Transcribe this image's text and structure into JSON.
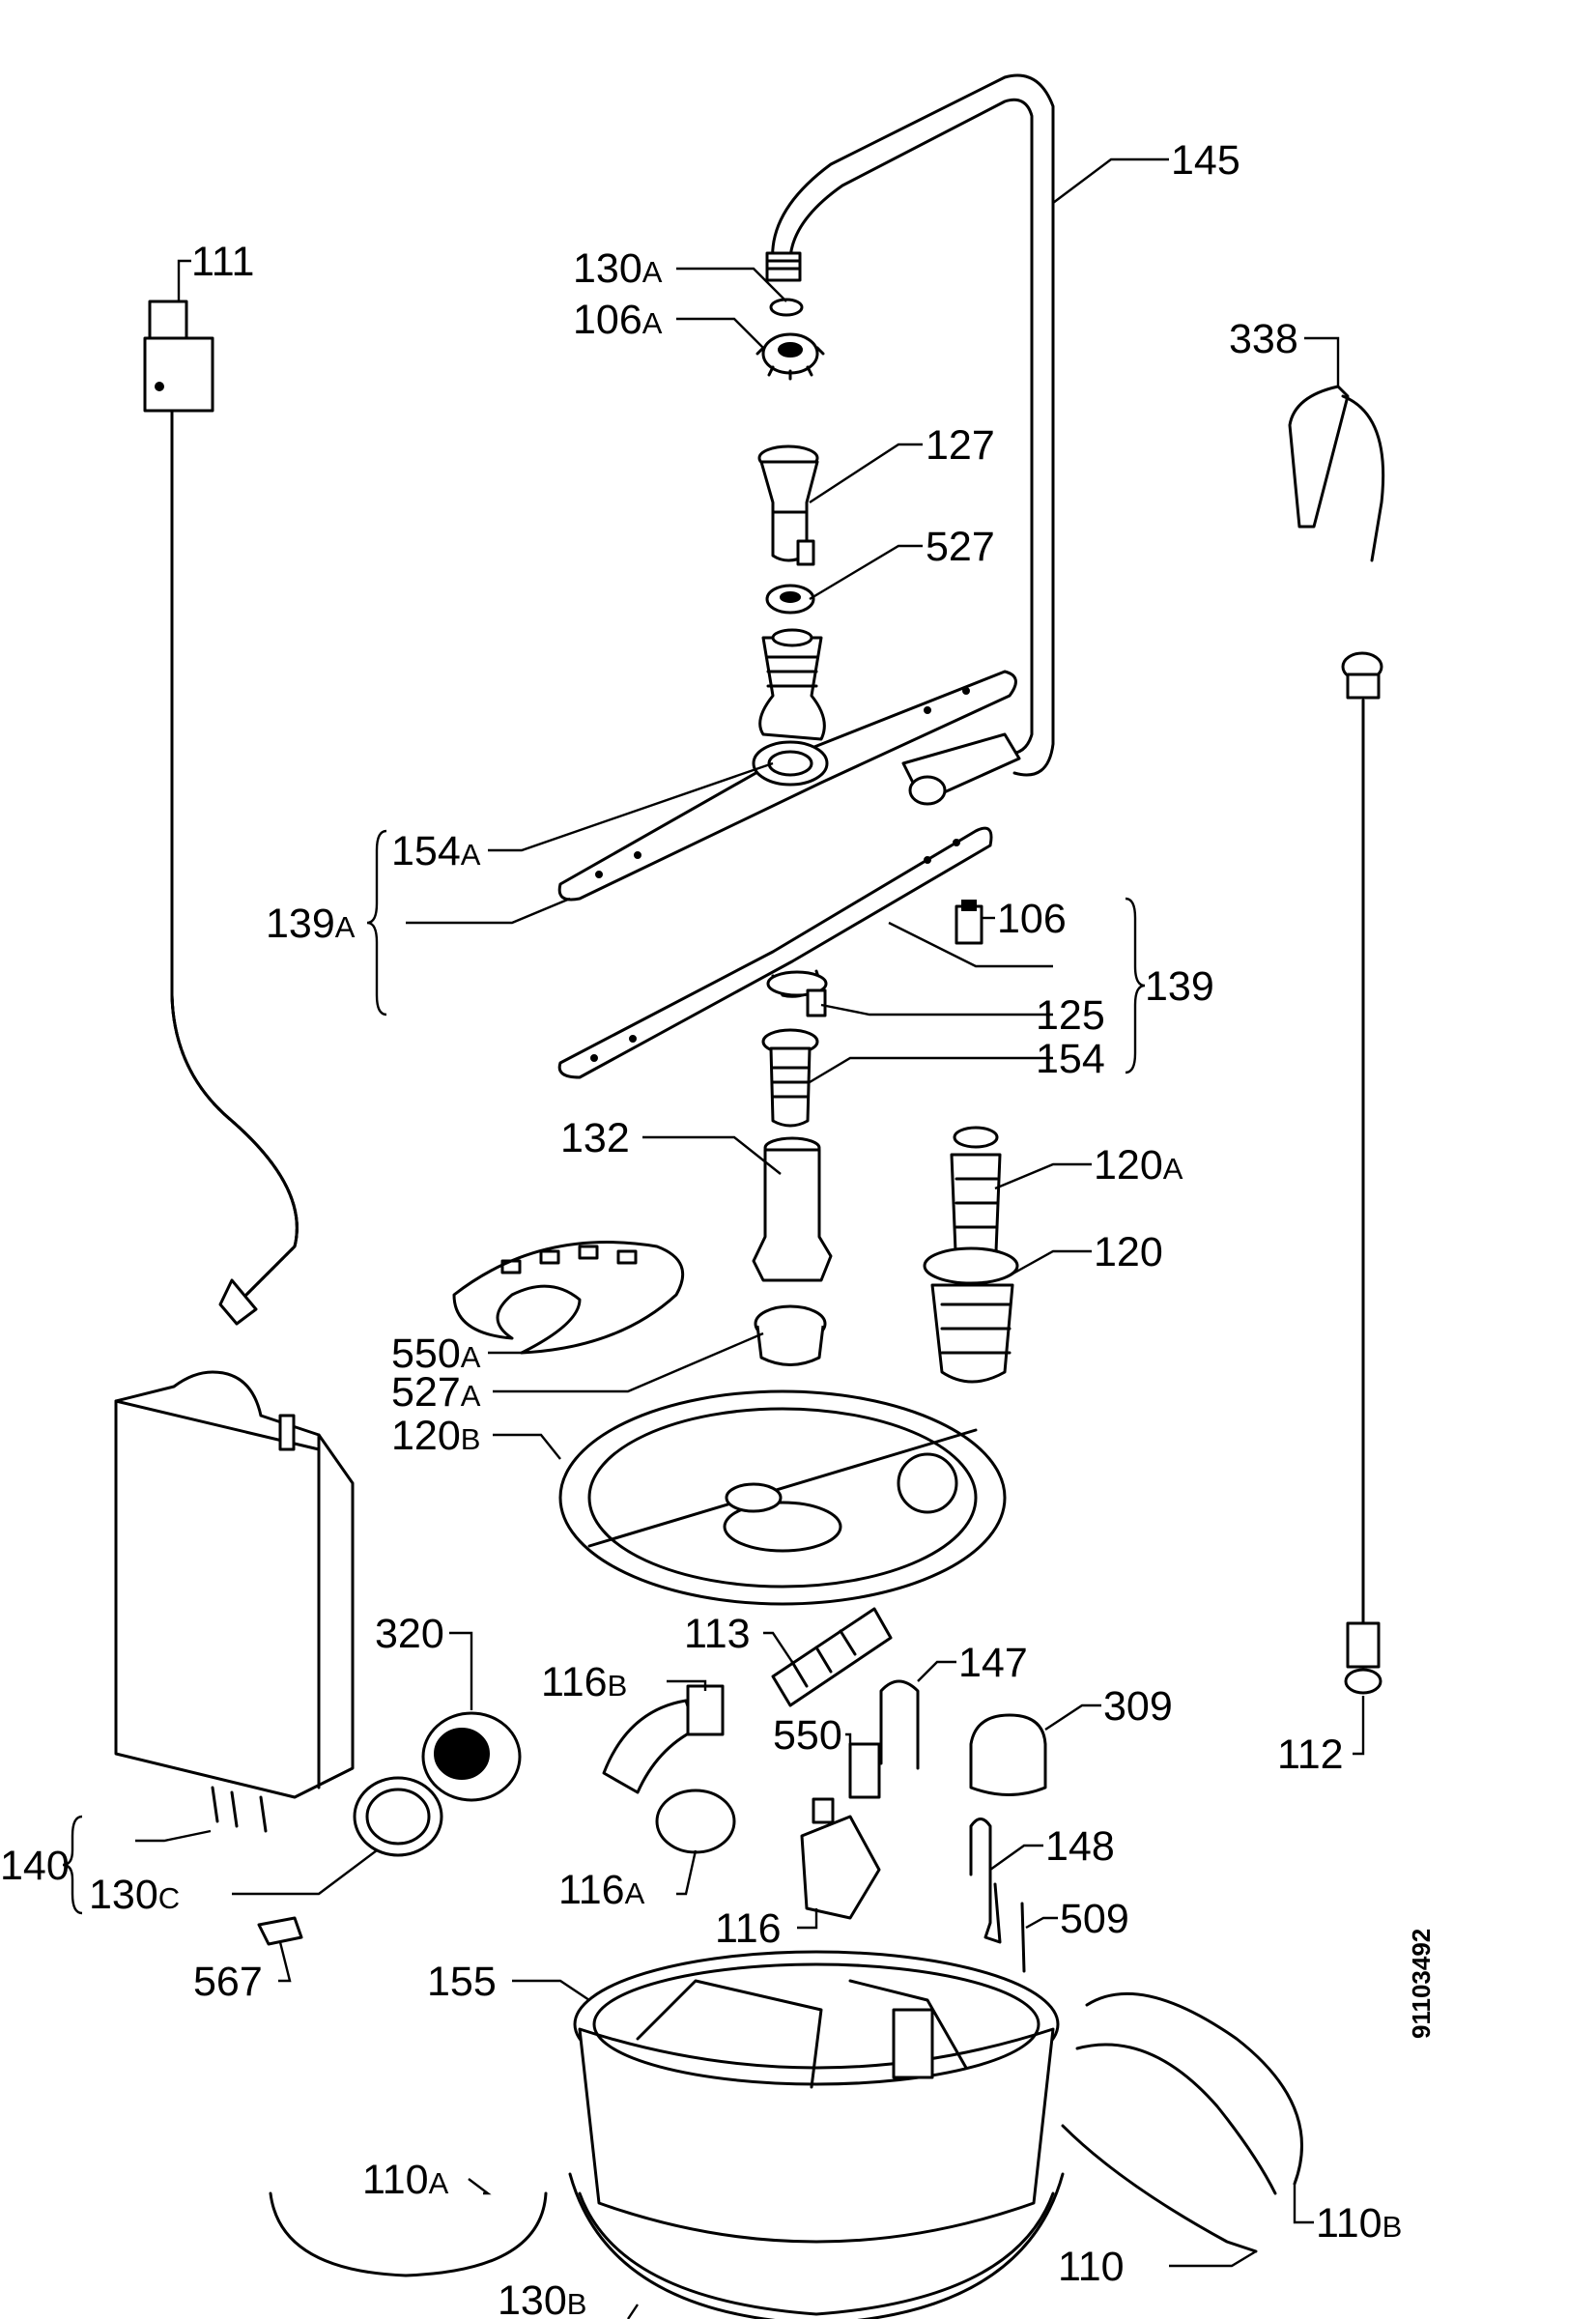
{
  "labels": {
    "l145": "145",
    "l111": "111",
    "l130a": "130",
    "l130a_s": "A",
    "l106a": "106",
    "l106a_s": "A",
    "l338": "338",
    "l127": "127",
    "l527": "527",
    "l154a": "154",
    "l154a_s": "A",
    "l139a": "139",
    "l139a_s": "A",
    "l106": "106",
    "l139": "139",
    "l125": "125",
    "l154": "154",
    "l132": "132",
    "l120a": "120",
    "l120a_s": "A",
    "l120": "120",
    "l550a": "550",
    "l550a_s": "A",
    "l527a": "527",
    "l527a_s": "A",
    "l120b": "120",
    "l120b_s": "B",
    "l320": "320",
    "l113": "113",
    "l116b": "116",
    "l116b_s": "B",
    "l147": "147",
    "l550": "550",
    "l309": "309",
    "l112": "112",
    "l140": "140",
    "l130c": "130",
    "l130c_s": "C",
    "l116a": "116",
    "l116a_s": "A",
    "l116": "116",
    "l148": "148",
    "l509": "509",
    "l567": "567",
    "l155": "155",
    "l110a": "110",
    "l110a_s": "A",
    "l110": "110",
    "l110b": "110",
    "l110b_s": "B",
    "l130b": "130",
    "l130b_s": "B"
  },
  "diagram_code": "91103492"
}
